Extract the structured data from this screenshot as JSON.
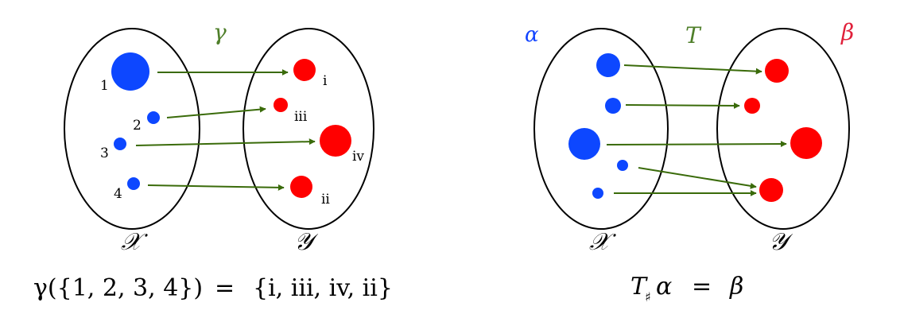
{
  "colors": {
    "source": "#0d47ff",
    "target": "#ff0000",
    "arrow": "#3a6b0a",
    "map_label": "#4f7f2a",
    "alpha": "#1244ff",
    "beta": "#e0203a",
    "outline": "#000000",
    "text": "#000000"
  },
  "left": {
    "map_symbol": "γ",
    "domain_label": "𝒳",
    "codomain_label": "𝒴",
    "source_labels": [
      "1",
      "2",
      "3",
      "4"
    ],
    "target_labels": [
      "i",
      "iii",
      "iv",
      "ii"
    ],
    "equation": {
      "lhs": "γ({1, 2, 3, 4})",
      "eq": "=",
      "rhs": "{i, iii, iv, ii}"
    }
  },
  "right": {
    "map_symbol": "T",
    "source_measure": "α",
    "target_measure": "β",
    "domain_label": "𝒳",
    "codomain_label": "𝒴",
    "equation": {
      "lhs_T": "T",
      "lhs_sub": "♯",
      "lhs_alpha": "α",
      "eq": "=",
      "rhs": "β"
    }
  }
}
